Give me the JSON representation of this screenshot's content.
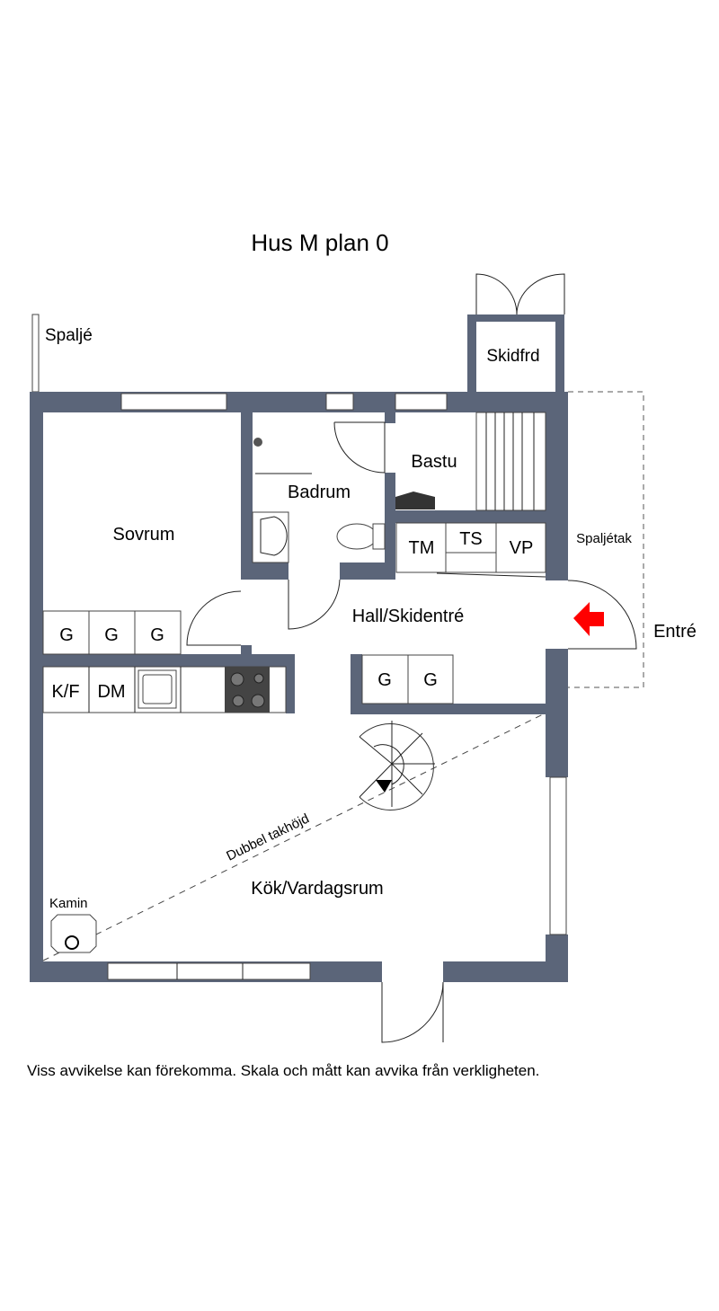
{
  "title": "Hus M plan 0",
  "rooms": {
    "sovrum": "Sovrum",
    "badrum": "Badrum",
    "bastu": "Bastu",
    "skidfrd": "Skidfrd",
    "hall": "Hall/Skidentré",
    "kok": "Kök/Vardagsrum"
  },
  "labels": {
    "spalje": "Spaljé",
    "spaljetak": "Spaljétak",
    "entre": "Entré",
    "kamin": "Kamin",
    "dubbel": "Dubbel takhöjd"
  },
  "fixtures": {
    "tm": "TM",
    "ts": "TS",
    "vp": "VP",
    "g": "G",
    "kf": "K/F",
    "dm": "DM"
  },
  "disclaimer": "Viss avvikelse kan förekomma. Skala och mått kan avvika från verkligheten.",
  "colors": {
    "wall": "#5b6579",
    "entry_arrow": "#ff0000"
  }
}
